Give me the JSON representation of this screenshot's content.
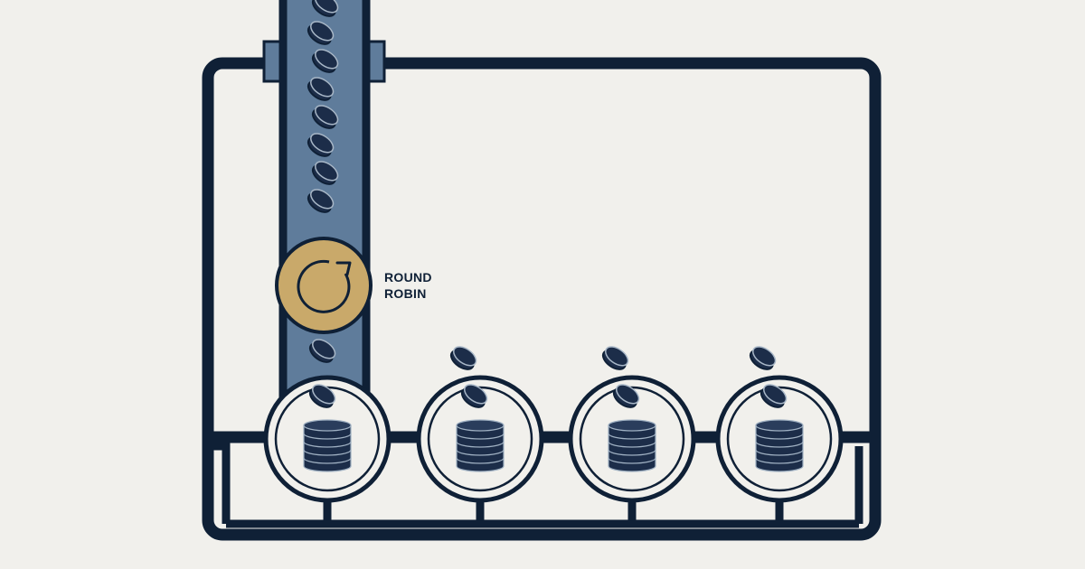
{
  "balancer": {
    "label_line1": "ROUND",
    "label_line2": "ROBIN",
    "icon": "rotate-arrow-icon"
  },
  "feed": {
    "pipe_tokens": 8,
    "outlet_tokens": 1
  },
  "servers": [
    {
      "icon": "database-stack-icon",
      "incoming_tokens": 2
    },
    {
      "icon": "database-stack-icon",
      "incoming_tokens": 2
    },
    {
      "icon": "database-stack-icon",
      "incoming_tokens": 2
    },
    {
      "icon": "database-stack-icon",
      "incoming_tokens": 2
    }
  ],
  "colors": {
    "background": "#f1f0ec",
    "line": "#0f2036",
    "pipe": "#5f7c9b",
    "balancer": "#c9a96a",
    "token": "#1c2d49"
  }
}
